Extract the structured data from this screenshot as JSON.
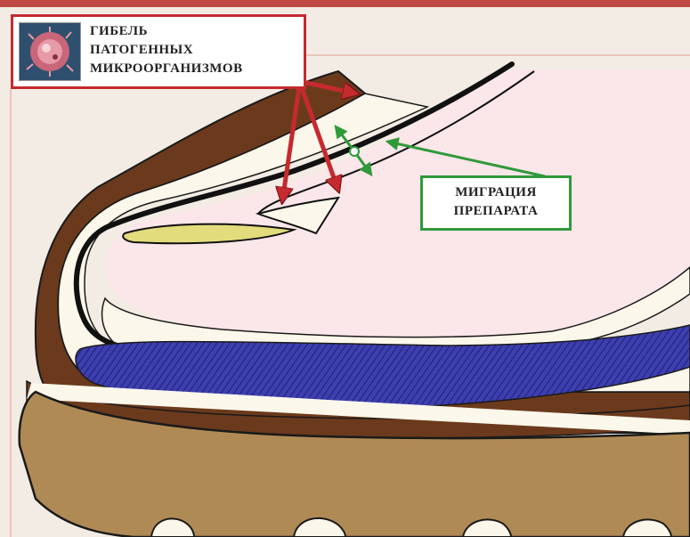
{
  "labels": {
    "death": [
      "ГИБЕЛЬ",
      "ПАТОГЕННЫХ",
      "МИКРООРГАНИЗМОВ"
    ],
    "migration": [
      "МИГРАЦИЯ",
      "ПРЕПАРАТА"
    ]
  },
  "colors": {
    "background": "#f3ece4",
    "top_bar": "#c04a44",
    "frame_line": "#e8c8bb",
    "foot_fill": "#fbe6ea",
    "insole": "#fbf7ea",
    "upper_leather": "#6b3a1c",
    "midsole_blue": "#3d3fae",
    "outsole_tan": "#b08a55",
    "yellow_patch": "#e2dc7c",
    "red_arrow": "#c52a2f",
    "green_arrow": "#2f9a3a"
  },
  "icons": {
    "microbe": "microorganism-image"
  }
}
